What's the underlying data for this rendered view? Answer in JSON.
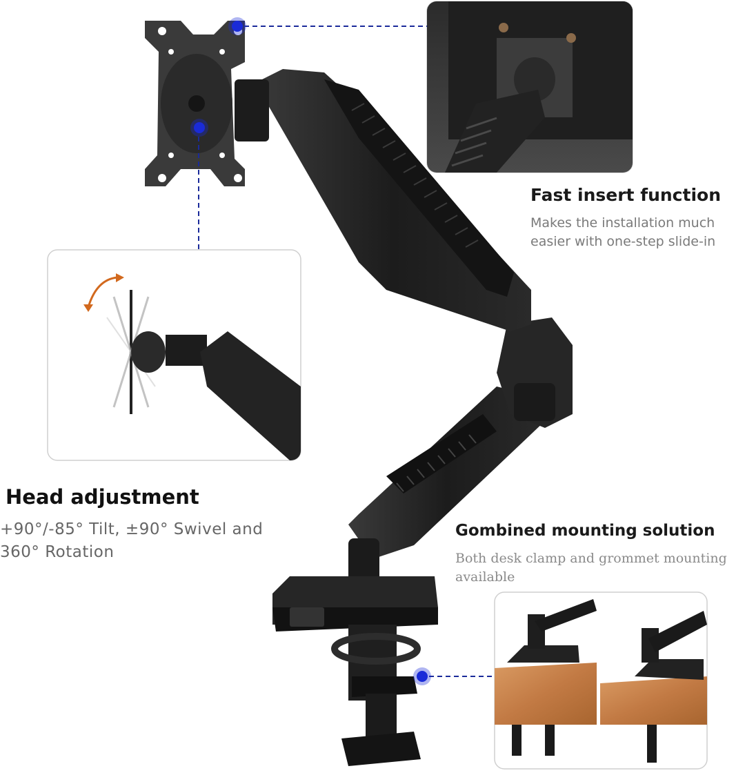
{
  "features": {
    "fast_insert": {
      "title": "Fast insert function",
      "description": "Makes the installation much easier with one-step slide-in"
    },
    "head_adjustment": {
      "title": "Head adjustment",
      "line1": "+90°/-85° Tilt, ±90° Swivel and",
      "line2": "360° Rotation"
    },
    "mounting": {
      "title": "Gombined mounting solution",
      "description": "Both desk clamp and grommet mounting available"
    }
  },
  "colors": {
    "arm_dark": "#1f1f1f",
    "arm_mid": "#2e2e2e",
    "callout_dot": "#1a2bd8",
    "leader_line": "#1a2a9a",
    "rotation_arrow": "#d2691e",
    "wood": "#c8804a"
  },
  "icons": [
    "rotation-arrow-icon"
  ]
}
